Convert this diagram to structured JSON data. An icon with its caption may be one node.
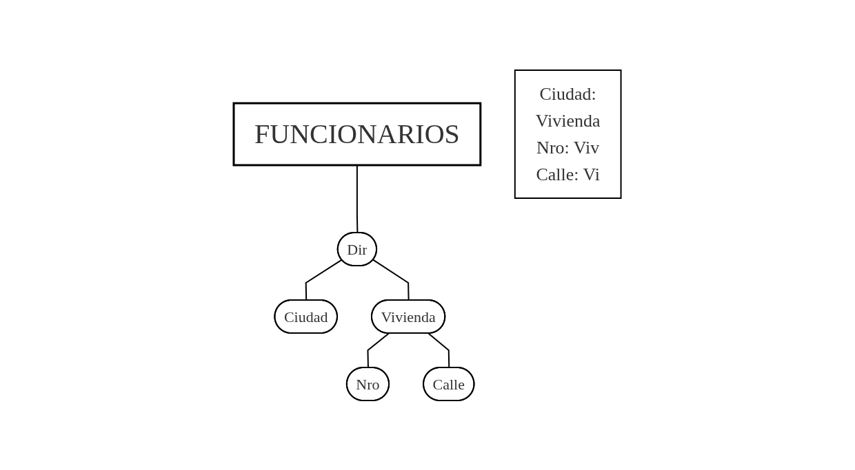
{
  "diagram": {
    "nodes": [
      {
        "text": [
          "FUNCIONARIOS"
        ]
      },
      {
        "text": [
          "Dir"
        ]
      },
      {
        "text": [
          "Ciudad"
        ]
      },
      {
        "text": [
          "Vivienda"
        ]
      },
      {
        "text": [
          "Nro"
        ]
      },
      {
        "text": [
          "Calle"
        ]
      },
      {
        "text": [
          "Ciudad:",
          "Vivienda",
          "Nro: Viv",
          "Calle: Vi"
        ]
      }
    ],
    "edges": [
      {
        "from": 0,
        "to": 1,
        "arrow": "none"
      },
      {
        "from": 1,
        "to": 2,
        "arrow": "none"
      },
      {
        "from": 1,
        "to": 3,
        "arrow": "none"
      },
      {
        "from": 3,
        "to": 4,
        "arrow": "none"
      },
      {
        "from": 3,
        "to": 5,
        "arrow": "none"
      }
    ]
  }
}
